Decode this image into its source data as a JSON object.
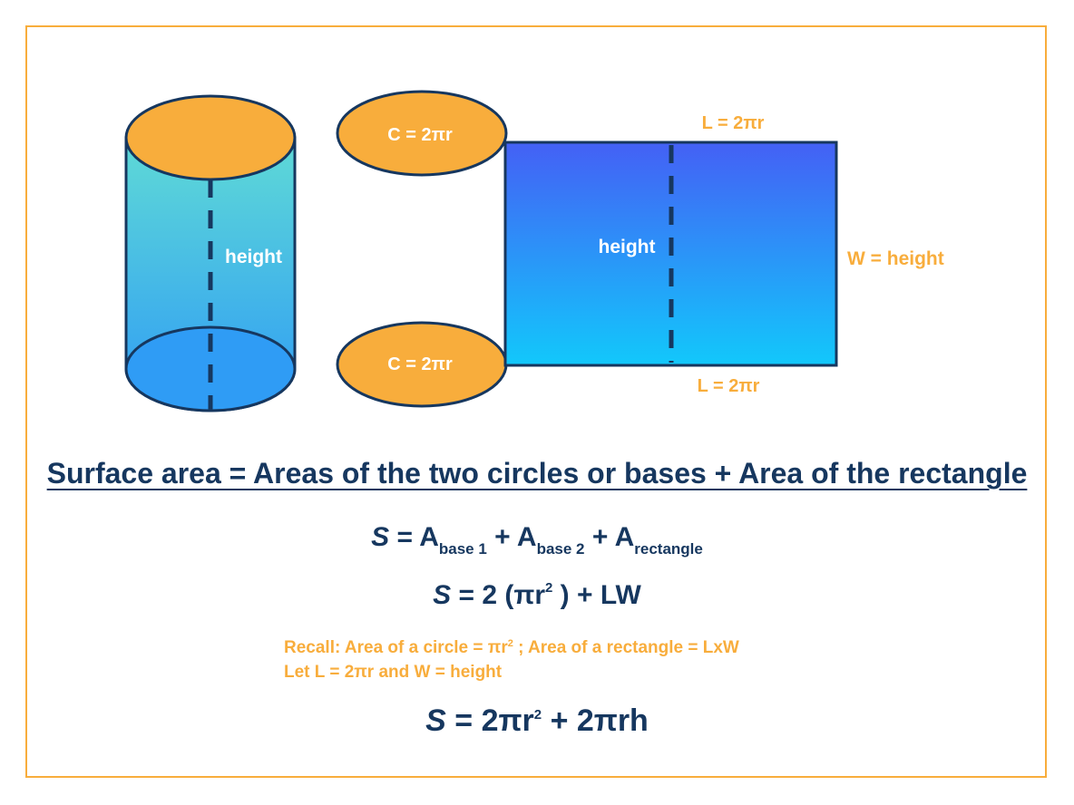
{
  "labels": {
    "cylinder_height": "height",
    "top_circle": "C = 2πr",
    "bottom_circle": "C = 2πr",
    "rect_top": "L = 2πr",
    "rect_bottom": "L = 2πr",
    "rect_height": "height",
    "rect_side": "W = height"
  },
  "title": "Surface area = Areas of the two circles or bases + Area of the rectangle",
  "eq1": {
    "s": "S",
    "eq": " = A",
    "sub1": "base 1",
    "plus1": " + A",
    "sub2": "base 2",
    "plus2": " + A",
    "sub3": "rectangle"
  },
  "eq2": {
    "s": "S",
    "pre": " = 2 (πr",
    "sup": "2",
    "post": " ) + LW"
  },
  "recall": {
    "line1_pre": "Recall: Area of a circle = πr",
    "line1_sup": "2",
    "line1_post": " ; Area of a rectangle = LxW",
    "line2": "Let L = 2πr and W = height"
  },
  "eq3": {
    "s": "S",
    "pre": " = 2πr",
    "sup": "2",
    "post": " + 2πrh"
  },
  "colors": {
    "navy": "#16375f",
    "orange": "#f8ad3c",
    "cyl_top": "#5fdad6",
    "cyl_bottom": "#2f9cf5",
    "rect_top": "#4460f5",
    "rect_bottom": "#12c8fb"
  }
}
